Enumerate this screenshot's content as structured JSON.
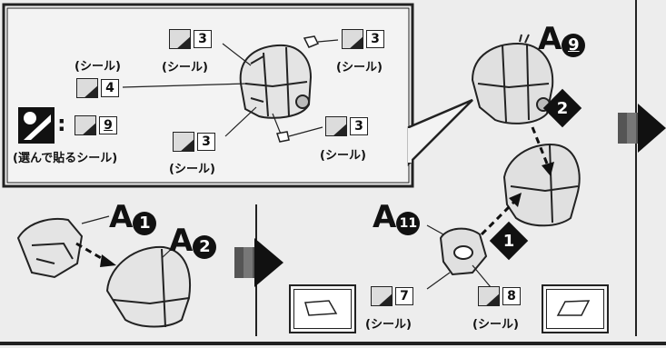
{
  "texts": {
    "seal": "(シール)",
    "choose_seal": "(選んで貼るシール)"
  },
  "parts": {
    "a1": {
      "letter": "A",
      "num": "1"
    },
    "a2": {
      "letter": "A",
      "num": "2"
    },
    "a9": {
      "letter": "A",
      "num": "9"
    },
    "a11": {
      "letter": "A",
      "num": "11"
    }
  },
  "stickers": {
    "s3": "3",
    "s4": "4",
    "s7": "7",
    "s8": "8",
    "s9": "9"
  },
  "steps": {
    "step1": "1",
    "step2": "2"
  },
  "colors": {
    "ink": "#111111",
    "paper": "#ededed",
    "gray": "#dcdcdc"
  }
}
